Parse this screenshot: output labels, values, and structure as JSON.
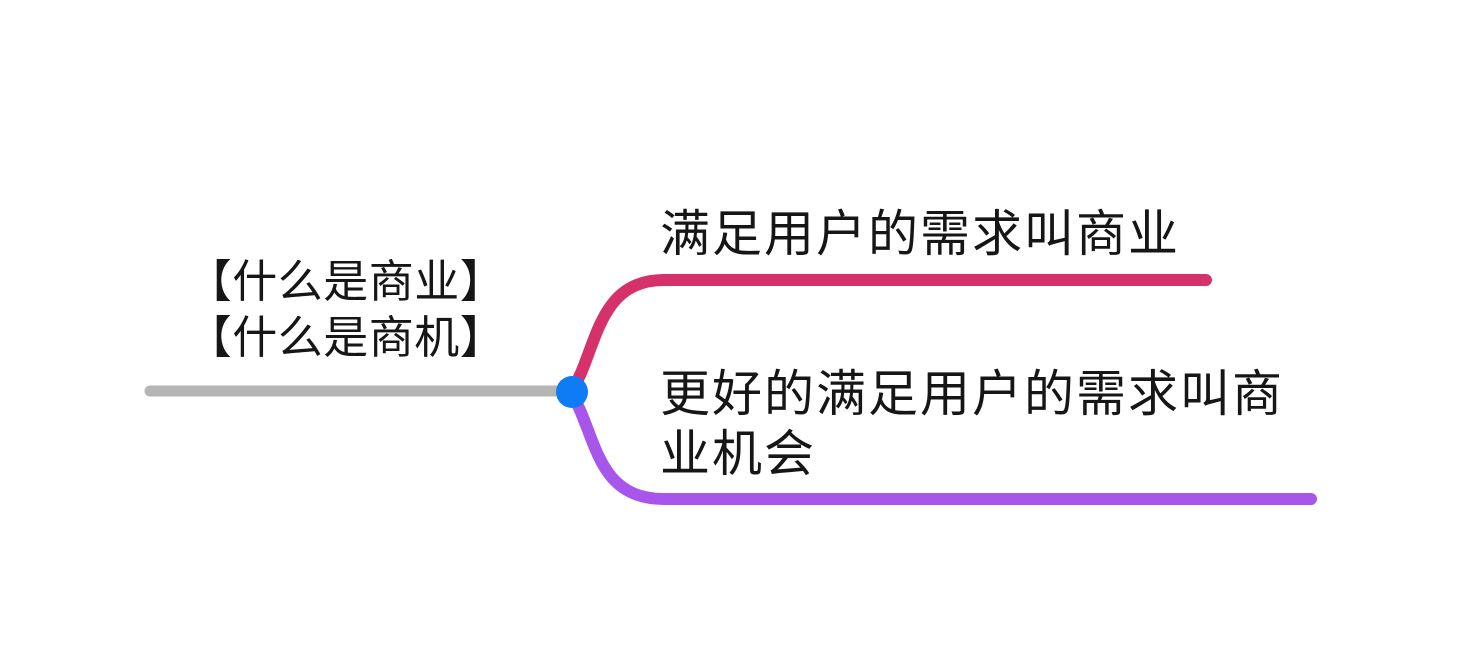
{
  "canvas": {
    "background": "#ffffff"
  },
  "mindmap": {
    "root": {
      "label": "【什么是商业】\n【什么是商机】",
      "connector_color": "#b5b5b5",
      "dot_color": "#0d7cf5"
    },
    "branches": [
      {
        "label": "满足用户的需求叫商业",
        "position": "top-right",
        "color": "#d5326b"
      },
      {
        "label": "更好的满足用户的需求叫商业机会",
        "position": "bottom-right",
        "color": "#a855ec"
      }
    ],
    "text_color": "#161616"
  }
}
